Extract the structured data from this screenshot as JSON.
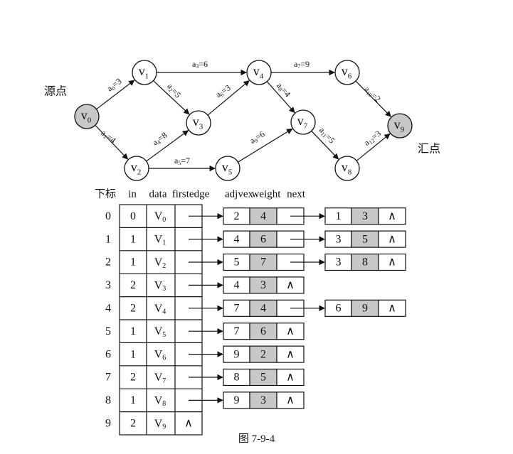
{
  "graph": {
    "source_label": "源点",
    "sink_label": "汇点",
    "vertices": [
      {
        "id": "v0",
        "base": "v",
        "sub": "0",
        "highlight": true
      },
      {
        "id": "v1",
        "base": "v",
        "sub": "1",
        "highlight": false
      },
      {
        "id": "v2",
        "base": "v",
        "sub": "2",
        "highlight": false
      },
      {
        "id": "v3",
        "base": "v",
        "sub": "3",
        "highlight": false
      },
      {
        "id": "v4",
        "base": "v",
        "sub": "4",
        "highlight": false
      },
      {
        "id": "v5",
        "base": "v",
        "sub": "5",
        "highlight": false
      },
      {
        "id": "v6",
        "base": "v",
        "sub": "6",
        "highlight": false
      },
      {
        "id": "v7",
        "base": "v",
        "sub": "7",
        "highlight": false
      },
      {
        "id": "v8",
        "base": "v",
        "sub": "8",
        "highlight": false
      },
      {
        "id": "v9",
        "base": "v",
        "sub": "9",
        "highlight": true
      }
    ],
    "edges": [
      {
        "from": "v0",
        "to": "v1",
        "name": "a",
        "sub": "0",
        "weight": "3"
      },
      {
        "from": "v0",
        "to": "v2",
        "name": "a",
        "sub": "1",
        "weight": "4"
      },
      {
        "from": "v1",
        "to": "v3",
        "name": "a",
        "sub": "2",
        "weight": "5"
      },
      {
        "from": "v1",
        "to": "v4",
        "name": "a",
        "sub": "3",
        "weight": "6"
      },
      {
        "from": "v2",
        "to": "v3",
        "name": "a",
        "sub": "4",
        "weight": "8"
      },
      {
        "from": "v2",
        "to": "v5",
        "name": "a",
        "sub": "5",
        "weight": "7"
      },
      {
        "from": "v3",
        "to": "v4",
        "name": "a",
        "sub": "6",
        "weight": "3"
      },
      {
        "from": "v4",
        "to": "v6",
        "name": "a",
        "sub": "7",
        "weight": "9"
      },
      {
        "from": "v4",
        "to": "v7",
        "name": "a",
        "sub": "8",
        "weight": "4"
      },
      {
        "from": "v5",
        "to": "v7",
        "name": "a",
        "sub": "9",
        "weight": "6"
      },
      {
        "from": "v6",
        "to": "v9",
        "name": "a",
        "sub": "10",
        "weight": "2"
      },
      {
        "from": "v7",
        "to": "v8",
        "name": "a",
        "sub": "11",
        "weight": "5"
      },
      {
        "from": "v8",
        "to": "v9",
        "name": "a",
        "sub": "12",
        "weight": "3"
      }
    ]
  },
  "table": {
    "headers": [
      "下标",
      "in",
      "data",
      "firstedge",
      "adjvex",
      "weight",
      "next"
    ],
    "null_symbol": "∧",
    "rows": [
      {
        "index": "0",
        "in": "0",
        "data": {
          "base": "V",
          "sub": "0"
        },
        "edges": [
          {
            "adjvex": "2",
            "weight": "4"
          },
          {
            "adjvex": "1",
            "weight": "3"
          }
        ]
      },
      {
        "index": "1",
        "in": "1",
        "data": {
          "base": "V",
          "sub": "1"
        },
        "edges": [
          {
            "adjvex": "4",
            "weight": "6"
          },
          {
            "adjvex": "3",
            "weight": "5"
          }
        ]
      },
      {
        "index": "2",
        "in": "1",
        "data": {
          "base": "V",
          "sub": "2"
        },
        "edges": [
          {
            "adjvex": "5",
            "weight": "7"
          },
          {
            "adjvex": "3",
            "weight": "8"
          }
        ]
      },
      {
        "index": "3",
        "in": "2",
        "data": {
          "base": "V",
          "sub": "3"
        },
        "edges": [
          {
            "adjvex": "4",
            "weight": "3"
          }
        ]
      },
      {
        "index": "4",
        "in": "2",
        "data": {
          "base": "V",
          "sub": "4"
        },
        "edges": [
          {
            "adjvex": "7",
            "weight": "4"
          },
          {
            "adjvex": "6",
            "weight": "9"
          }
        ]
      },
      {
        "index": "5",
        "in": "1",
        "data": {
          "base": "V",
          "sub": "5"
        },
        "edges": [
          {
            "adjvex": "7",
            "weight": "6"
          }
        ]
      },
      {
        "index": "6",
        "in": "1",
        "data": {
          "base": "V",
          "sub": "6"
        },
        "edges": [
          {
            "adjvex": "9",
            "weight": "2"
          }
        ]
      },
      {
        "index": "7",
        "in": "2",
        "data": {
          "base": "V",
          "sub": "7"
        },
        "edges": [
          {
            "adjvex": "8",
            "weight": "5"
          }
        ]
      },
      {
        "index": "8",
        "in": "1",
        "data": {
          "base": "V",
          "sub": "8"
        },
        "edges": [
          {
            "adjvex": "9",
            "weight": "3"
          }
        ]
      },
      {
        "index": "9",
        "in": "2",
        "data": {
          "base": "V",
          "sub": "9"
        },
        "edges": []
      }
    ]
  },
  "caption": "图 7-9-4",
  "colors": {
    "stroke": "#111111",
    "vertex_fill": "#ffffff",
    "vertex_highlight": "#c8c8c8",
    "weight_fill": "#c8c8c8"
  }
}
